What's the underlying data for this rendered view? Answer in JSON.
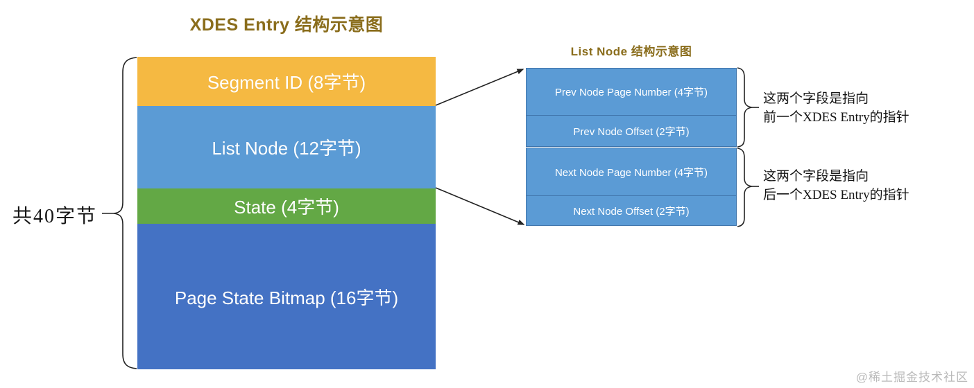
{
  "left_diagram": {
    "title": "XDES Entry 结构示意图",
    "total_label": "共40字节",
    "blocks": [
      {
        "label": "Segment ID (8字节)",
        "color": "#F5B942",
        "bytes": 8
      },
      {
        "label": "List Node (12字节)",
        "color": "#5B9BD5",
        "bytes": 12
      },
      {
        "label": "State (4字节)",
        "color": "#63A845",
        "bytes": 4
      },
      {
        "label": "Page State Bitmap (16字节)",
        "color": "#4472C4",
        "bytes": 16
      }
    ]
  },
  "right_diagram": {
    "title": "List Node 结构示意图",
    "row_color": "#5B9BD5",
    "row_border_color": "#4176AC",
    "rows": [
      {
        "label": "Prev Node Page Number (4字节)",
        "bytes": 4
      },
      {
        "label": "Prev Node Offset (2字节)",
        "bytes": 2
      },
      {
        "label": "Next Node Page Number (4字节)",
        "bytes": 4
      },
      {
        "label": "Next Node Offset (2字节)",
        "bytes": 2
      }
    ]
  },
  "annotations": {
    "prev_pointer": {
      "line1": "这两个字段是指向",
      "line2": "前一个XDES Entry的指针"
    },
    "next_pointer": {
      "line1": "这两个字段是指向",
      "line2": "后一个XDES Entry的指针"
    }
  },
  "watermark": "@稀土掘金技术社区",
  "colors": {
    "title_text": "#8a6d1c",
    "line_stroke": "#222222",
    "watermark_text": "#b9b9b9"
  }
}
